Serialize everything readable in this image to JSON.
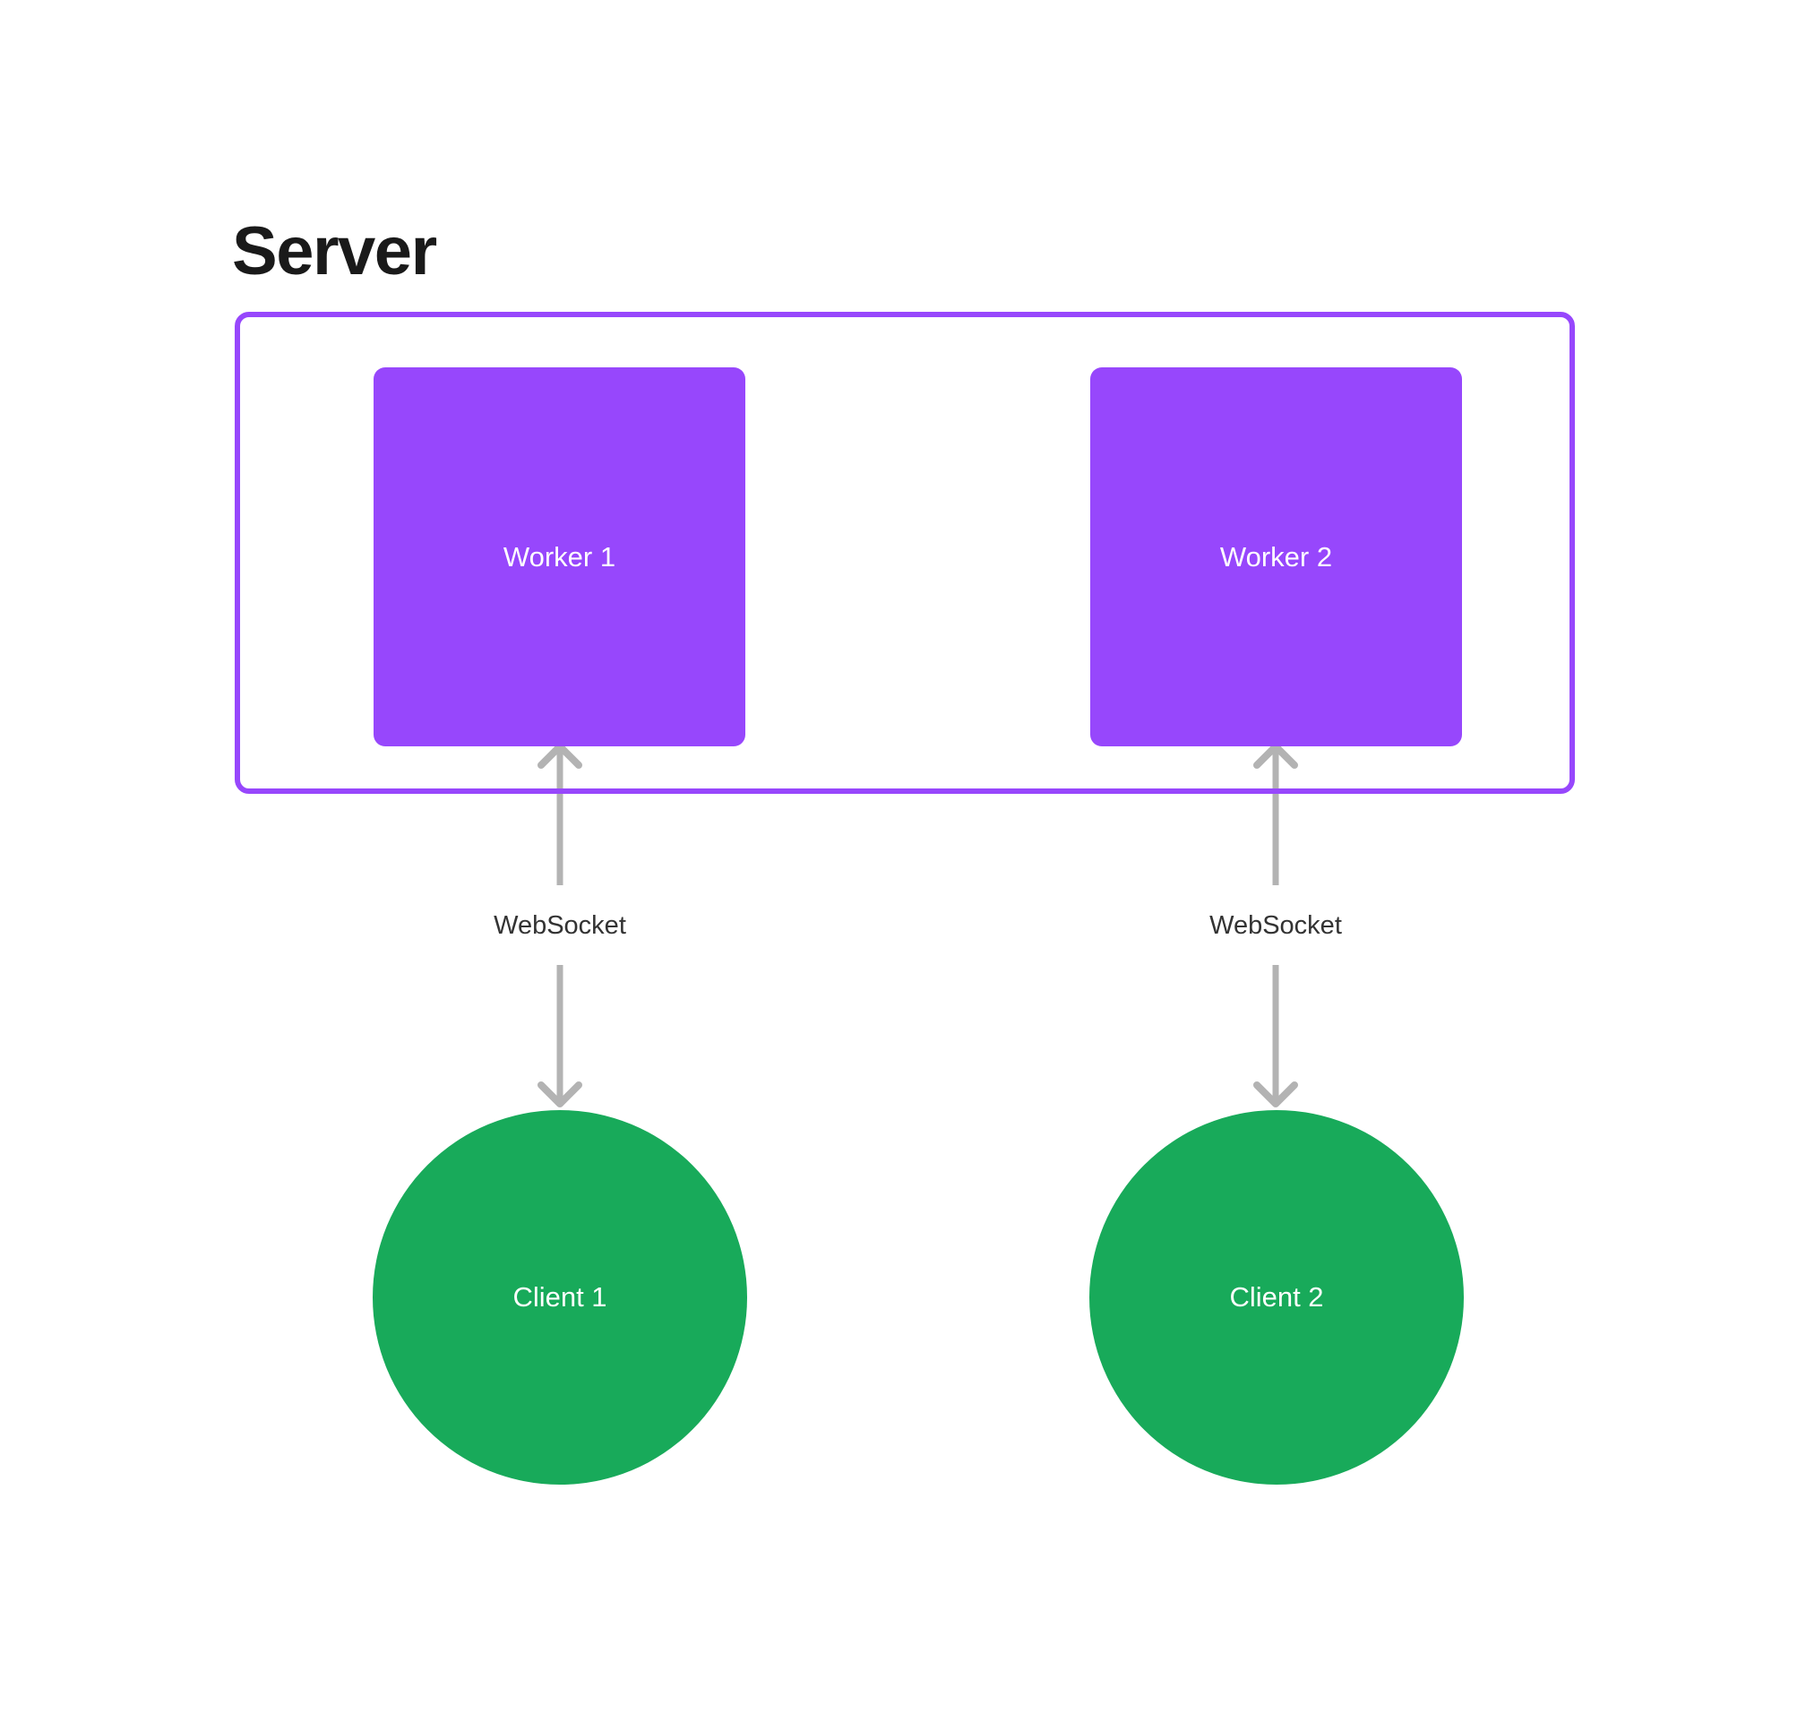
{
  "diagram": {
    "title": "Server",
    "server": {
      "workers": [
        {
          "label": "Worker 1"
        },
        {
          "label": "Worker 2"
        }
      ]
    },
    "connections": [
      {
        "label": "WebSocket"
      },
      {
        "label": "WebSocket"
      }
    ],
    "clients": [
      {
        "label": "Client 1"
      },
      {
        "label": "Client 2"
      }
    ],
    "colors": {
      "server_border": "#9747FC",
      "worker_fill": "#9747FC",
      "client_fill": "#18AA5A",
      "arrow": "#B3B3B3",
      "connection_label_text": "#333333",
      "node_text": "#FFFFFF",
      "title_text": "#1A1A1A",
      "background": "#FFFFFF"
    }
  }
}
